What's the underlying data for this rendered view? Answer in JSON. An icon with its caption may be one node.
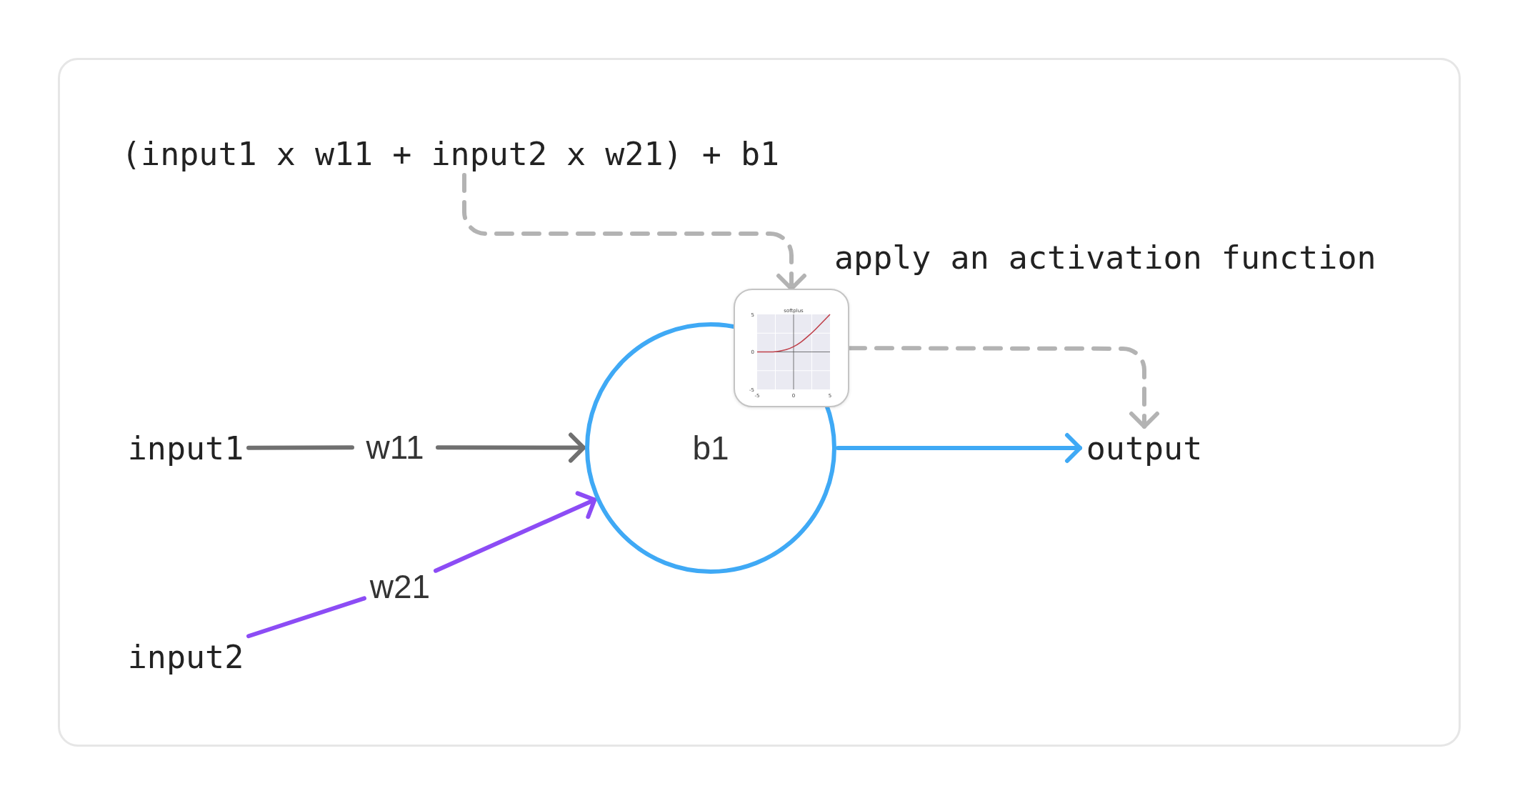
{
  "diagram": {
    "nodes": [
      {
        "text": [
          "(input1 x w11 + input2 x w21) + b1"
        ]
      },
      {
        "text": [],
        "shape": "box",
        "beside": [
          "apply an activation function"
        ]
      },
      {
        "text": [
          "input1"
        ]
      },
      {
        "text": [
          "w11"
        ]
      },
      {
        "text": [
          "b1"
        ]
      },
      {
        "text": [
          "output"
        ]
      },
      {
        "text": [
          "w21"
        ]
      },
      {
        "text": [
          "input2"
        ]
      }
    ],
    "edges": [
      {
        "from": 0,
        "to": 1,
        "arrow": "to",
        "style": "dashed",
        "color": "#b3b3b3"
      },
      {
        "from": 1,
        "to": 5,
        "arrow": "to",
        "style": "dashed",
        "color": "#b3b3b3"
      },
      {
        "from": 2,
        "to": 3,
        "arrow": "none"
      },
      {
        "from": 3,
        "to": 4,
        "arrow": "to"
      },
      {
        "from": 7,
        "to": 6,
        "arrow": "none",
        "color": "#8c4cf5"
      },
      {
        "from": 6,
        "to": 4,
        "arrow": "to",
        "color": "#8c4cf5"
      },
      {
        "from": 4,
        "to": 5,
        "arrow": "to",
        "color": "#3fa9f5"
      }
    ],
    "chart_data": {
      "type": "line",
      "title": "softplus",
      "x": [
        -5,
        -4,
        -3,
        -2,
        -1,
        0,
        1,
        2,
        3,
        4,
        5
      ],
      "series": [
        {
          "color": "#c0404a",
          "values": [
            0,
            0,
            0,
            0.1,
            0.3,
            0.7,
            1.3,
            2.1,
            3,
            4,
            5
          ]
        }
      ],
      "xlim": [
        -5,
        5
      ],
      "ylim": [
        -5,
        5
      ],
      "xticks": [
        -5,
        0,
        5
      ],
      "yticks": [
        -5,
        0,
        5
      ]
    }
  }
}
